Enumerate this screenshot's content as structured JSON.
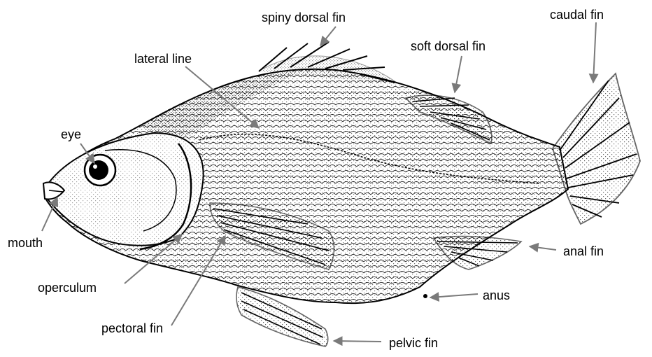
{
  "diagram": {
    "labels": {
      "spiny_dorsal_fin": "spiny dorsal fin",
      "caudal_fin": "caudal fin",
      "soft_dorsal_fin": "soft dorsal fin",
      "lateral_line": "lateral line",
      "eye": "eye",
      "mouth": "mouth",
      "operculum": "operculum",
      "pectoral_fin": "pectoral fin",
      "anal_fin": "anal fin",
      "anus": "anus",
      "pelvic_fin": "pelvic fin"
    }
  },
  "colors": {
    "ink": "#000000",
    "leader": "#7a7a7a",
    "background": "#ffffff"
  }
}
